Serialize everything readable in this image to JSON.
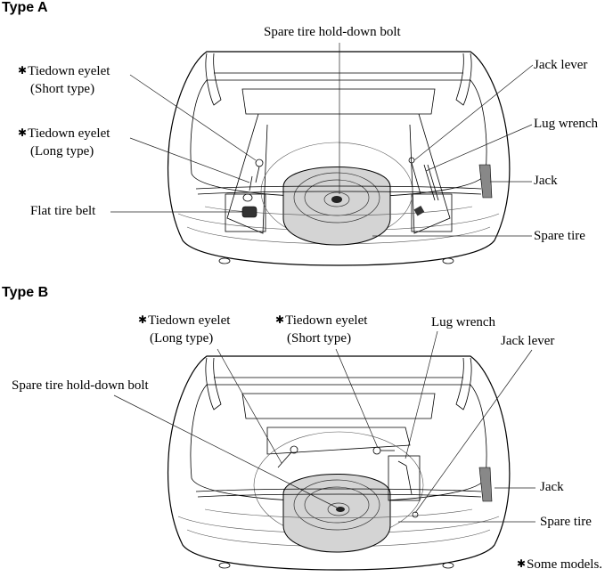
{
  "type_a": {
    "title": "Type A",
    "labels": {
      "hold_down_bolt": "Spare tire hold-down bolt",
      "eyelet_short_1": "Tiedown eyelet",
      "eyelet_short_2": "(Short type)",
      "eyelet_long_1": "Tiedown eyelet",
      "eyelet_long_2": "(Long type)",
      "flat_tire_belt": "Flat tire belt",
      "jack_lever": "Jack lever",
      "lug_wrench": "Lug wrench",
      "jack": "Jack",
      "spare_tire": "Spare tire"
    }
  },
  "type_b": {
    "title": "Type B",
    "labels": {
      "eyelet_long_1": "Tiedown eyelet",
      "eyelet_long_2": "(Long type)",
      "eyelet_short_1": "Tiedown eyelet",
      "eyelet_short_2": "(Short type)",
      "lug_wrench": "Lug wrench",
      "jack_lever": "Jack lever",
      "hold_down_bolt": "Spare tire hold-down bolt",
      "jack": "Jack",
      "spare_tire": "Spare tire"
    }
  },
  "asterisk": "✱",
  "footnote": "Some models."
}
